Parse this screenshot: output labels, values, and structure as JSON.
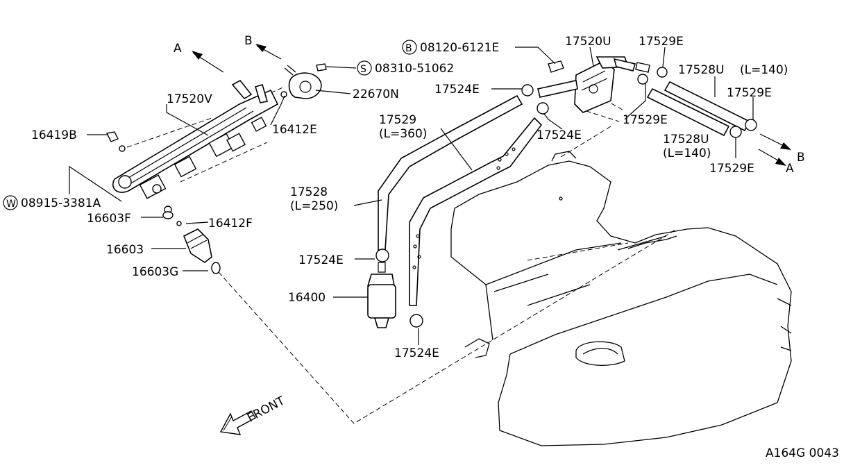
{
  "diagram_id": "A164G 0043",
  "front_label": "FRONT",
  "direction_labels": {
    "a_left": "A",
    "b_left": "B",
    "a_right": "A",
    "b_right": "B"
  },
  "callouts": {
    "p17520v": "17520V",
    "p16419b": "16419B",
    "w08915": "08915-3381A",
    "w_symbol": "W",
    "p16412e": "16412E",
    "p22670n": "22670N",
    "s08310": "08310-51062",
    "s_symbol": "S",
    "b08120": "08120-6121E",
    "b_symbol": "B",
    "p17520u": "17520U",
    "p17529e_top": "17529E",
    "p17528u_top": "17528U",
    "p17528u_top_len": "(L=140)",
    "p17524e_top": "17524E",
    "p17529": "17529",
    "p17529_len": "(L=360)",
    "p17524e_mid": "17524E",
    "p17529e_mid": "17529E",
    "p17529e_right": "17529E",
    "p17528u_bot": "17528U",
    "p17528u_bot_len": "(L=140)",
    "p17529e_bot": "17529E",
    "p17528": "17528",
    "p17528_len": "(L=250)",
    "p16603f": "16603F",
    "p16412f": "16412F",
    "p16603": "16603",
    "p16603g": "16603G",
    "p17524e_low": "17524E",
    "p16400": "16400",
    "p17524e_bot": "17524E"
  }
}
